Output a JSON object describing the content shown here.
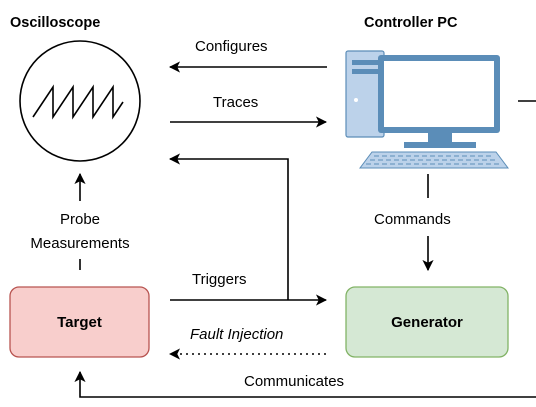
{
  "nodes": {
    "oscilloscope": {
      "title": "Oscilloscope"
    },
    "controller_pc": {
      "title": "Controller PC"
    },
    "target": {
      "label": "Target"
    },
    "generator": {
      "label": "Generator"
    }
  },
  "edges": {
    "configures": "Configures",
    "traces": "Traces",
    "commands": "Commands",
    "probe_line1": "Probe",
    "probe_line2": "Measurements",
    "triggers": "Triggers",
    "fault_injection": "Fault Injection",
    "communicates": "Communicates"
  },
  "colors": {
    "target_fill": "#f8cecc",
    "target_stroke": "#b85450",
    "generator_fill": "#d5e8d4",
    "generator_stroke": "#82b366",
    "pc_screen": "#5b8db8",
    "pc_body": "#a9c4e0"
  }
}
